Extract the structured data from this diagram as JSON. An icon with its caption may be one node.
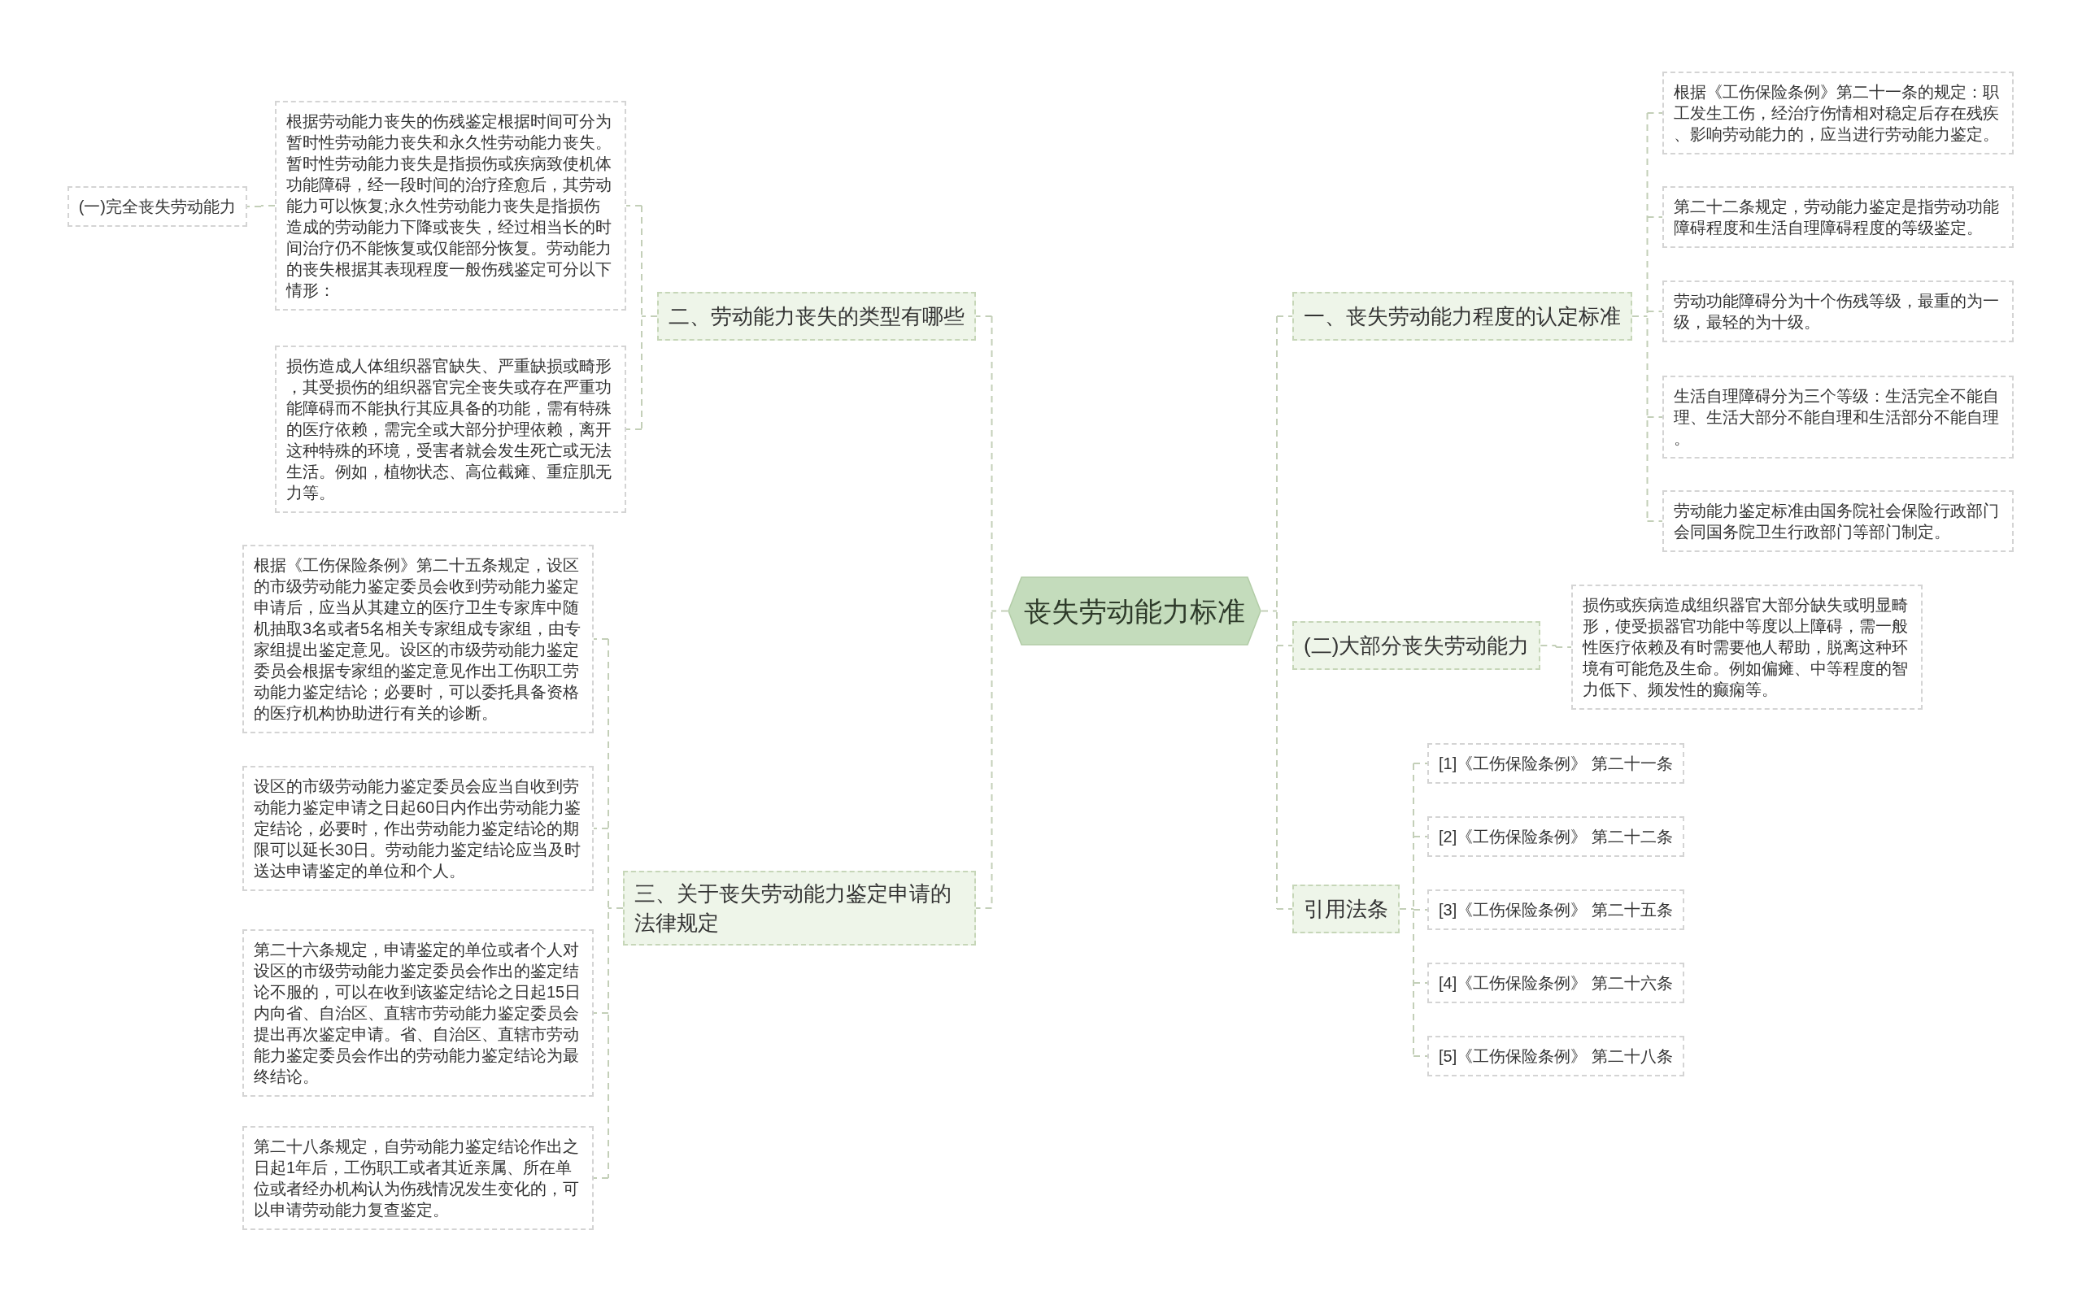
{
  "diagram": {
    "nodes": [
      {
        "text": [
          "丧失劳动能力标准"
        ]
      },
      {
        "text": [
          "一、丧失劳动能力程度的认定标准"
        ]
      },
      {
        "text": [
          "根据《工伤保险条例》第二十一条的规定：职工发生工伤，经治疗伤情相对稳定后存在残疾、影响劳动能力的，应当进行劳动能力鉴定。"
        ]
      },
      {
        "text": [
          "第二十二条规定，劳动能力鉴定是指劳动功能障碍程度和生活自理障碍程度的等级鉴定。"
        ]
      },
      {
        "text": [
          "劳动功能障碍分为十个伤残等级，最重的为一级，最轻的为十级。"
        ]
      },
      {
        "text": [
          "生活自理障碍分为三个等级：生活完全不能自理、生活大部分不能自理和生活部分不能自理。"
        ]
      },
      {
        "text": [
          "劳动能力鉴定标准由国务院社会保险行政部门会同国务院卫生行政部门等部门制定。"
        ]
      },
      {
        "text": [
          "(二)大部分丧失劳动能力"
        ]
      },
      {
        "text": [
          "损伤或疾病造成组织器官大部分缺失或明显畸形，使受损器官功能中等度以上障碍，需一般性医疗依赖及有时需要他人帮助，脱离这种环境有可能危及生命。例如偏瘫、中等程度的智力低下、频发性的癫痫等。"
        ]
      },
      {
        "text": [
          "引用法条"
        ]
      },
      {
        "text": [
          "[1]《工伤保险条例》 第二十一条"
        ]
      },
      {
        "text": [
          "[2]《工伤保险条例》 第二十二条"
        ]
      },
      {
        "text": [
          "[3]《工伤保险条例》 第二十五条"
        ]
      },
      {
        "text": [
          "[4]《工伤保险条例》 第二十六条"
        ]
      },
      {
        "text": [
          "[5]《工伤保险条例》 第二十八条"
        ]
      },
      {
        "text": [
          "二、劳动能力丧失的类型有哪些"
        ]
      },
      {
        "text": [
          "根据劳动能力丧失的伤残鉴定根据时间可分为暂时性劳动能力丧失和永久性劳动能力丧失。暂时性劳动能力丧失是指损伤或疾病致使机体功能障碍，经一段时间的治疗痊愈后，其劳动能力可以恢复;永久性劳动能力丧失是指损伤造成的劳动能力下降或丧失，经过相当长的时间治疗仍不能恢复或仅能部分恢复。劳动能力的丧失根据其表现程度一般伤残鉴定可分以下情形："
        ]
      },
      {
        "text": [
          "(一)完全丧失劳动能力"
        ]
      },
      {
        "text": [
          "损伤造成人体组织器官缺失、严重缺损或畸形，其受损伤的组织器官完全丧失或存在严重功能障碍而不能执行其应具备的功能，需有特殊的医疗依赖，需完全或大部分护理依赖，离开这种特殊的环境，受害者就会发生死亡或无法生活。例如，植物状态、高位截瘫、重症肌无力等。"
        ]
      },
      {
        "text": [
          "三、关于丧失劳动能力鉴定申请的法律规定"
        ]
      },
      {
        "text": [
          "根据《工伤保险条例》第二十五条规定，设区的市级劳动能力鉴定委员会收到劳动能力鉴定申请后，应当从其建立的医疗卫生专家库中随机抽取3名或者5名相关专家组成专家组，由专家组提出鉴定意见。设区的市级劳动能力鉴定委员会根据专家组的鉴定意见作出工伤职工劳动能力鉴定结论；必要时，可以委托具备资格的医疗机构协助进行有关的诊断。"
        ]
      },
      {
        "text": [
          "设区的市级劳动能力鉴定委员会应当自收到劳动能力鉴定申请之日起60日内作出劳动能力鉴定结论，必要时，作出劳动能力鉴定结论的期限可以延长30日。劳动能力鉴定结论应当及时送达申请鉴定的单位和个人。"
        ]
      },
      {
        "text": [
          "第二十六条规定，申请鉴定的单位或者个人对设区的市级劳动能力鉴定委员会作出的鉴定结论不服的，可以在收到该鉴定结论之日起15日内向省、自治区、直辖市劳动能力鉴定委员会提出再次鉴定申请。省、自治区、直辖市劳动能力鉴定委员会作出的劳动能力鉴定结论为最终结论。"
        ]
      },
      {
        "text": [
          "第二十八条规定，自劳动能力鉴定结论作出之日起1年后，工伤职工或者其近亲属、所在单位或者经办机构认为伤残情况发生变化的，可以申请劳动能力复查鉴定。"
        ]
      }
    ],
    "edges": [
      {
        "from": 0,
        "to": 1,
        "arrow": "none"
      },
      {
        "from": 1,
        "to": 2,
        "arrow": "none"
      },
      {
        "from": 1,
        "to": 3,
        "arrow": "none"
      },
      {
        "from": 1,
        "to": 4,
        "arrow": "none"
      },
      {
        "from": 1,
        "to": 5,
        "arrow": "none"
      },
      {
        "from": 1,
        "to": 6,
        "arrow": "none"
      },
      {
        "from": 0,
        "to": 7,
        "arrow": "none"
      },
      {
        "from": 7,
        "to": 8,
        "arrow": "none"
      },
      {
        "from": 0,
        "to": 9,
        "arrow": "none"
      },
      {
        "from": 9,
        "to": 10,
        "arrow": "none"
      },
      {
        "from": 9,
        "to": 11,
        "arrow": "none"
      },
      {
        "from": 9,
        "to": 12,
        "arrow": "none"
      },
      {
        "from": 9,
        "to": 13,
        "arrow": "none"
      },
      {
        "from": 9,
        "to": 14,
        "arrow": "none"
      },
      {
        "from": 0,
        "to": 15,
        "arrow": "none"
      },
      {
        "from": 15,
        "to": 16,
        "arrow": "none"
      },
      {
        "from": 16,
        "to": 17,
        "arrow": "none"
      },
      {
        "from": 15,
        "to": 18,
        "arrow": "none"
      },
      {
        "from": 0,
        "to": 19,
        "arrow": "none"
      },
      {
        "from": 19,
        "to": 20,
        "arrow": "none"
      },
      {
        "from": 19,
        "to": 21,
        "arrow": "none"
      },
      {
        "from": 19,
        "to": 22,
        "arrow": "none"
      },
      {
        "from": 19,
        "to": 23,
        "arrow": "none"
      }
    ]
  }
}
